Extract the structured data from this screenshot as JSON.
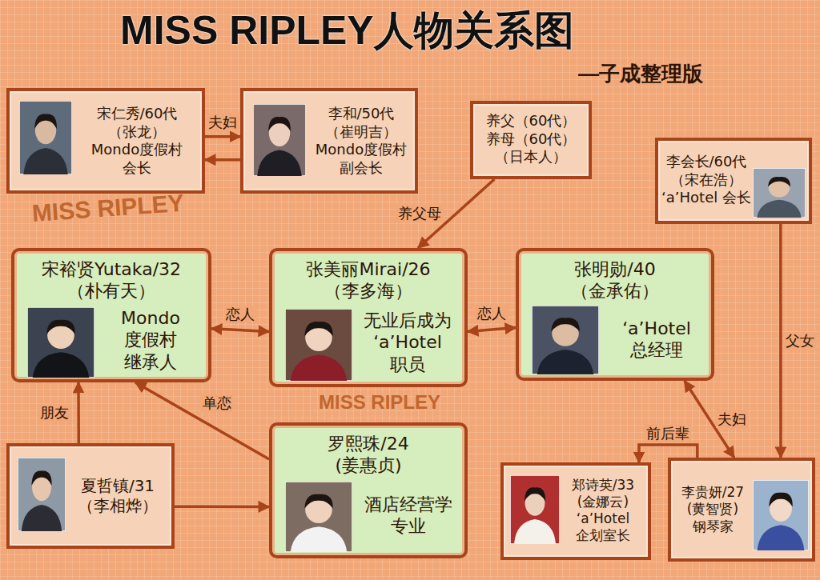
{
  "diagram": {
    "title": "MISS RIPLEY人物关系图",
    "nodes": [
      {
        "text": [
          "宋仁秀/60代",
          "（张龙）",
          "Mondo度假村 会长"
        ]
      },
      {
        "text": [
          "李和/50代",
          "（崔明吉）",
          "Mondo度假村 副会长"
        ]
      },
      {
        "text": [
          "养父（60代） 养母（60代） （日本人）"
        ]
      },
      {
        "text": [
          "李会长/60代",
          "（宋在浩）",
          "‘a’Hotel 会长"
        ]
      },
      {
        "text": [
          "宋裕贤Yutaka/32",
          "（朴有天）",
          "Mondo 度假村 继承人"
        ]
      },
      {
        "text": [
          "张美丽Mirai/26",
          "（李多海）",
          "无业后成为 ‘a’Hotel 职员"
        ]
      },
      {
        "text": [
          "张明勋/40",
          "（金承佑）",
          "‘a’Hotel 总经理"
        ]
      },
      {
        "text": [
          "夏哲镇/31",
          "（李相烨）"
        ]
      },
      {
        "text": [
          "罗熙珠/24",
          "(姜惠贞)",
          "酒店经营学 专业"
        ]
      },
      {
        "text": [
          "郑诗英/33",
          "(金娜云)",
          "‘a’Hotel 企划室长"
        ]
      },
      {
        "text": [
          "李贵妍/27",
          "(黄智贤)",
          "钢琴家"
        ]
      }
    ],
    "edges": [
      {
        "from": 0,
        "to": 1,
        "label": "夫妇",
        "arrow": "to"
      },
      {
        "from": 1,
        "to": 0,
        "arrow": "to"
      },
      {
        "from": 2,
        "to": 5,
        "label": "养父母",
        "arrow": "to"
      },
      {
        "from": 4,
        "to": 5,
        "label": "恋人",
        "arrow": "both"
      },
      {
        "from": 5,
        "to": 6,
        "label": "恋人",
        "arrow": "both"
      },
      {
        "from": 3,
        "to": 10,
        "label": "父女",
        "arrow": "to"
      },
      {
        "from": 6,
        "to": 10,
        "label": "夫妇",
        "arrow": "both"
      },
      {
        "from": 10,
        "to": 9,
        "label": "前后辈",
        "arrow": "to"
      },
      {
        "from": 7,
        "to": 4,
        "label": "朋友",
        "arrow": "to"
      },
      {
        "from": 8,
        "to": 4,
        "label": "单恋",
        "arrow": "to"
      },
      {
        "from": 7,
        "to": 8,
        "arrow": "to"
      }
    ],
    "labels": [
      "—子成整理版",
      "MISS RIPLEY",
      "MISS RIPLEY"
    ]
  }
}
